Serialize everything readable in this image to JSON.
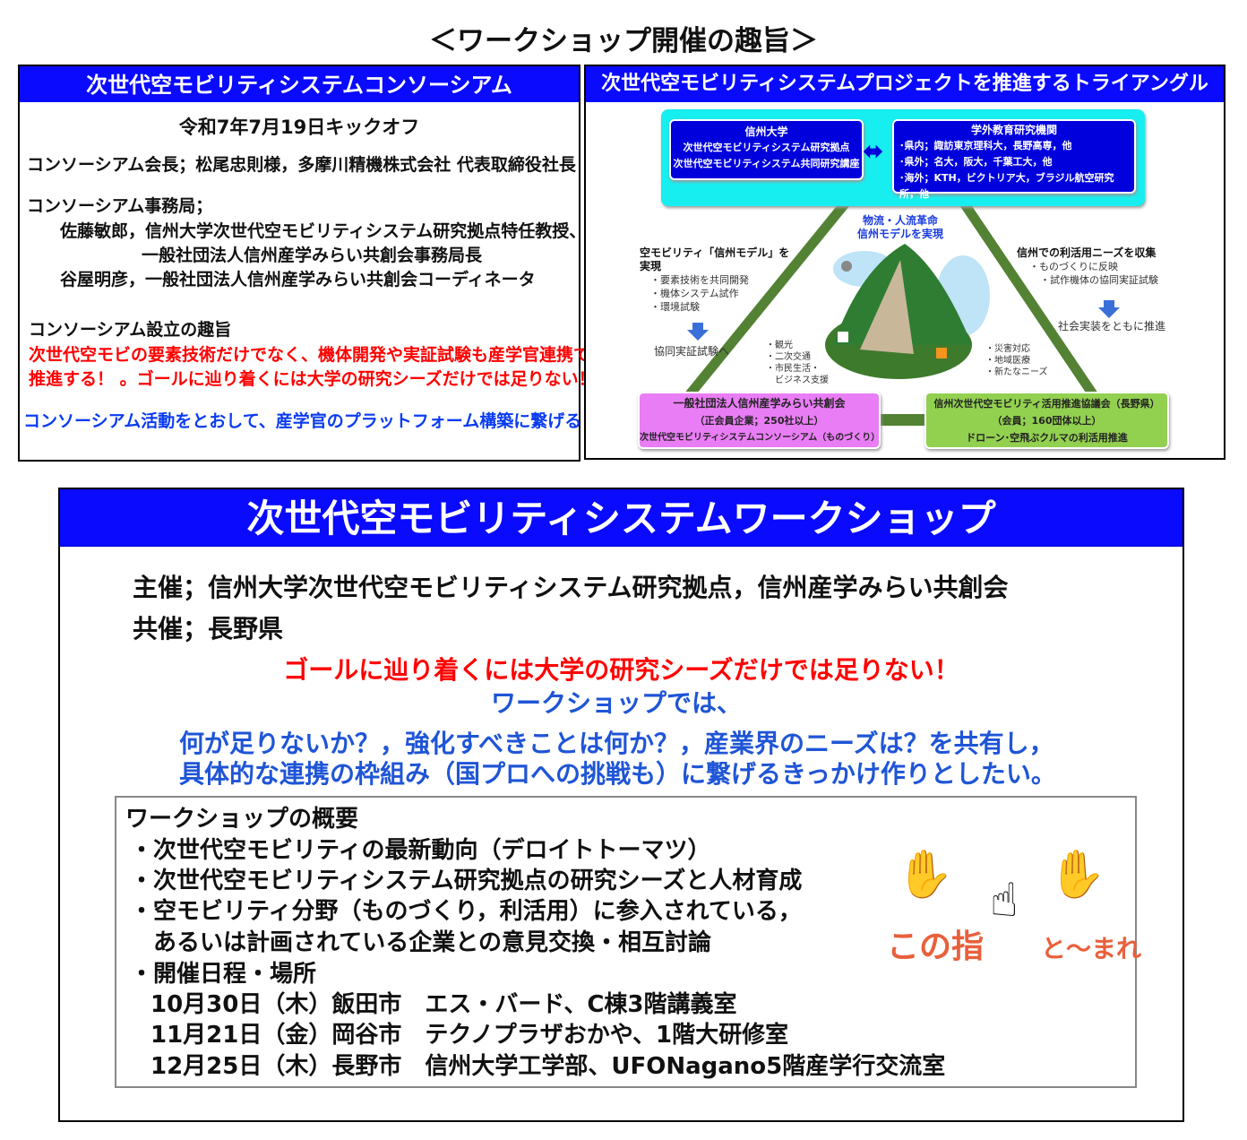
{
  "title": "＜ワークショップ開催の趣旨＞",
  "left": {
    "header": "次世代空モビリティシステムコンソーシアム",
    "kickoff": "令和7年7月19日キックオフ",
    "chair": "コンソーシアム会長；松尾忠則様，多摩川精機株式会社 代表取締役社長",
    "office_label": "コンソーシアム事務局；",
    "office_1a": "佐藤敏郎，信州大学次世代空モビリティシステム研究拠点特任教授、",
    "office_1b": "一般社団法人信州産学みらい共創会事務局長",
    "office_2": "谷屋明彦，一般社団法人信州産学みらい共創会コーディネータ",
    "purpose_label": "コンソーシアム設立の趣旨",
    "purpose_red_1": "次世代空モビの要素技術だけでなく、機体開発や実証試験も産学官連携で",
    "purpose_red_2": "推進する！ 。ゴールに辿り着くには大学の研究シーズだけでは足りない！",
    "purpose_blue": "コンソーシアム活動をとおして、産学官のプラットフォーム構築に繋げる！"
  },
  "right": {
    "header": "次世代空モビリティシステムプロジェクトを推進するトライアングル",
    "univ": {
      "title": "信州大学",
      "l1": "次世代空モビリティシステム研究拠点",
      "l2": "次世代空モビリティシステム共同研究講座"
    },
    "ext": {
      "title": "学外教育研究機関",
      "l1": "･県内；諏訪東京理科大，長野高専，他",
      "l2": "･県外；名大，阪大，千葉工大，他",
      "l3": "･海外；KTH，ビクトリア大，ブラジル航空研究所，他"
    },
    "center": {
      "l1": "物流・人流革命",
      "l2": "信州モデルを実現"
    },
    "leftside": {
      "t1": "空モビリティ「信州モデル」を",
      "t2": "実現",
      "i1": "・要素技術を共同開発",
      "i2": "・機体システム試作",
      "i3": "・環境試験",
      "after": "協同実証試験へ"
    },
    "rightside": {
      "t1": "信州での利活用ニーズを収集",
      "i1": "・ものづくりに反映",
      "i2": "・試作機体の協同実証試験",
      "after": "社会実装をともに推進"
    },
    "uses_left": [
      "・観光",
      "・二次交通",
      "・市民生活・",
      "　ビジネス支援"
    ],
    "uses_right": [
      "・災害対応",
      "・地域医療",
      "・新たなニーズ"
    ],
    "pink": {
      "l1": "一般社団法人信州産学みらい共創会",
      "l2": "（正会員企業；250社以上）",
      "l3": "次世代空モビリティシステムコンソーシアム（ものづくり）"
    },
    "green": {
      "l1": "信州次世代空モビリティ活用推進協議会（長野県）",
      "l2": "（会員；160団体以上）",
      "l3": "ドローン･空飛ぶクルマの利活用推進"
    }
  },
  "workshop": {
    "header": "次世代空モビリティシステムワークショップ",
    "host": "主催；信州大学次世代空モビリティシステム研究拠点，信州産学みらい共創会",
    "cohost": "共催；長野県",
    "red": "ゴールに辿り着くには大学の研究シーズだけでは足りない！",
    "blue1": "ワークショップでは、",
    "blue2": "何が足りないか？，強化すべきことは何か？，産業界のニーズは？を共有し，",
    "blue3": "具体的な連携の枠組み（国プロへの挑戦も）に繋げるきっかけ作りとしたい。",
    "overview": {
      "title": "ワークショップの概要",
      "items": [
        "・次世代空モビリティの最新動向（デロイトトーマツ）",
        "・次世代空モビリティシステム研究拠点の研究シーズと人材育成",
        "・空モビリティ分野（ものづくり，利活用）に参入されている，",
        "　あるいは計画されている企業との意見交換・相互討論",
        "・開催日程・場所"
      ],
      "schedule": [
        "10月30日（木）飯田市　エス・バード、C棟3階講義室",
        "11月21日（金）岡谷市　テクノプラザおかや、1階大研修室",
        "12月25日（木）長野市　信州大学工学部、UFONagano5階産学行交流室"
      ]
    },
    "illustration_text": {
      "a": "この指",
      "b": "と～まれ"
    }
  }
}
